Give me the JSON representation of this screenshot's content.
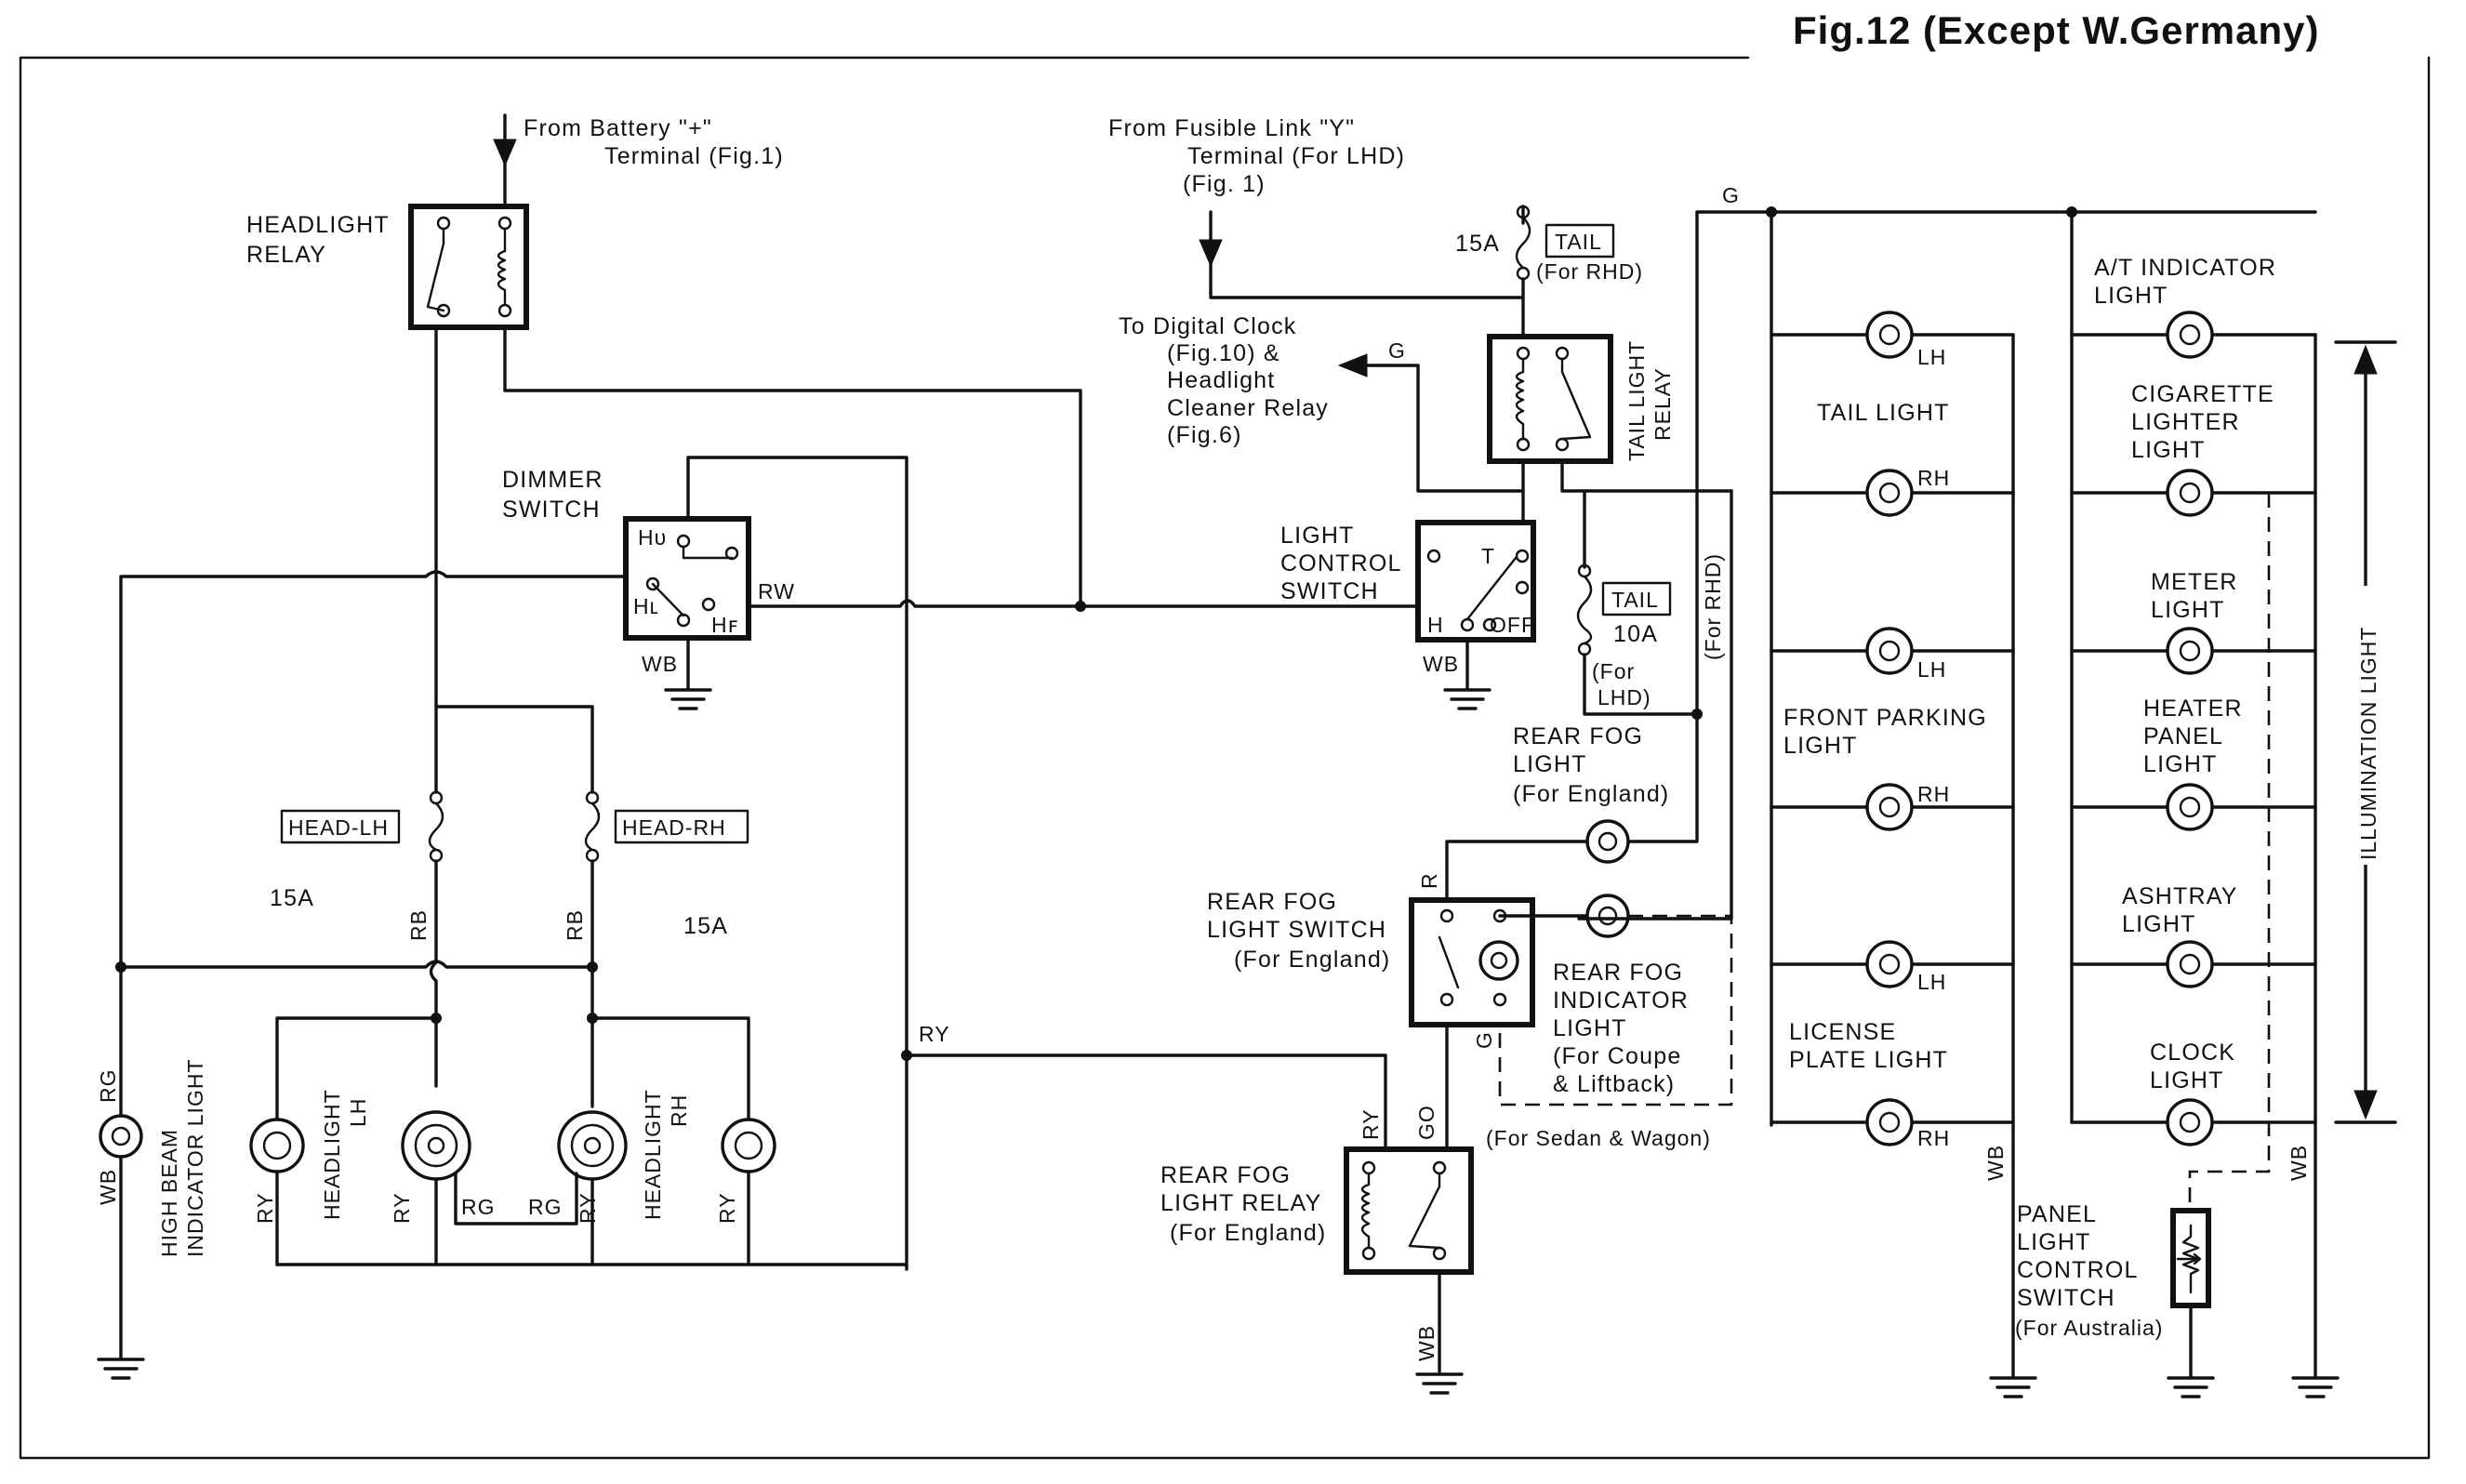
{
  "title": "Fig.12 (Except W.Germany)",
  "texts": {
    "from_battery": [
      "From  Battery  \"+\"",
      "Terminal  (Fig.1)"
    ],
    "headlight_relay": [
      "HEADLIGHT",
      "RELAY"
    ],
    "dimmer_switch": [
      "DIMMER",
      "SWITCH"
    ],
    "from_fusible": [
      "From  Fusible  Link  \"Y\"",
      "Terminal  (For LHD)",
      "(Fig. 1)"
    ],
    "to_digital_clock": [
      "To  Digital  Clock",
      "(Fig.10)    &",
      "Headlight",
      "Cleaner  Relay",
      "(Fig.6)"
    ],
    "tail_light_relay": [
      "TAIL  LIGHT",
      "RELAY"
    ],
    "light_control_switch": [
      "LIGHT",
      "CONTROL",
      "SWITCH"
    ],
    "for_rhd_top": "(For RHD)",
    "for_rhd_vertical": "(For RHD)",
    "for_lhd": [
      "(For",
      "LHD)"
    ],
    "rear_fog_light": [
      "REAR  FOG",
      "LIGHT",
      "(For  England)"
    ],
    "rear_fog_light_switch": [
      "REAR  FOG",
      "LIGHT  SWITCH",
      "(For  England)"
    ],
    "rear_fog_indicator": [
      "REAR  FOG",
      "INDICATOR",
      "LIGHT",
      "(For  Coupe",
      "&  Liftback)"
    ],
    "for_sedan_wagon": "(For Sedan  &  Wagon)",
    "rear_fog_light_relay": [
      "REAR  FOG",
      "LIGHT  RELAY",
      "(For  England)"
    ],
    "tail_light": "TAIL  LIGHT",
    "front_parking_light": [
      "FRONT  PARKING",
      "LIGHT"
    ],
    "license_plate_light": [
      "LICENSE",
      "PLATE  LIGHT"
    ],
    "at_indicator": [
      "A/T  INDICATOR",
      "LIGHT"
    ],
    "cigarette_lighter": [
      "CIGARETTE",
      "LIGHTER",
      "LIGHT"
    ],
    "meter_light": [
      "METER",
      "LIGHT"
    ],
    "heater_panel": [
      "HEATER",
      "PANEL",
      "LIGHT"
    ],
    "ashtray_light": [
      "ASHTRAY",
      "LIGHT"
    ],
    "clock_light": [
      "CLOCK",
      "LIGHT"
    ],
    "illumination_light": "ILLUMINATION  LIGHT",
    "panel_light_control": [
      "PANEL",
      "LIGHT",
      "CONTROL",
      "SWITCH",
      "(For  Australia)"
    ],
    "headlight_lh": [
      "HEADLIGHT",
      "LH"
    ],
    "headlight_rh": [
      "HEADLIGHT",
      "RH"
    ],
    "high_beam": [
      "HIGH  BEAM",
      "INDICATOR  LIGHT"
    ]
  },
  "fuses": {
    "tail_15a_label": "TAIL",
    "tail_15a_rating": "15A",
    "tail_10a_label": "TAIL",
    "tail_10a_rating": "10A",
    "head_lh_label": "HEAD-LH",
    "head_lh_rating": "15A",
    "head_rh_label": "HEAD-RH",
    "head_rh_rating": "15A"
  },
  "switch_terminals": {
    "hu": "Hᴜ",
    "hl": "Hʟ",
    "hf": "Hꜰ",
    "t": "T",
    "h": "H",
    "off": "OFF"
  },
  "wire_colors": {
    "g": "G",
    "rw": "RW",
    "wb": "WB",
    "ry": "RY",
    "rg": "RG",
    "rb": "RB",
    "r": "R",
    "go": "GO",
    "lh": "LH",
    "rh": "RH"
  }
}
